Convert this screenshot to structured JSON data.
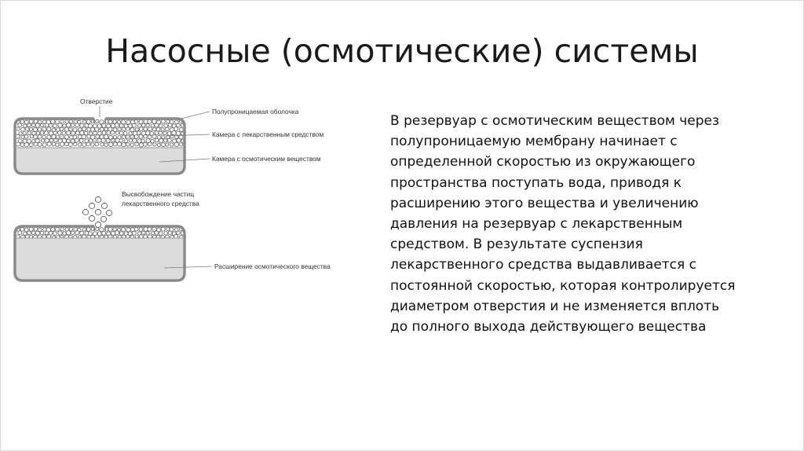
{
  "slide": {
    "title": "Насосные (осмотические) системы",
    "body_lines": [
      "В резервуар с осмотическим веществом через",
      "полупроницаемую  мембрану начинает с",
      "определенной скоростью из окружающего",
      "пространства поступать вода, приводя к",
      "расширению этого вещества и увеличению",
      "давления на резервуар с лекарственным",
      "средством. В результате суспензия",
      "лекарственного средства выдавливается с",
      "постоянной скоростью, которая контролируется",
      "диаметром отверстия и не изменяется вплоть",
      "до полного выхода действующего вещества"
    ]
  },
  "diagram": {
    "top_labels": {
      "orifice": "Отверстие",
      "membrane": "Полупроницаемая оболочка",
      "drug_chamber": "Камера с лекарственным средством",
      "osmotic_chamber": "Камера с осмотическим веществом"
    },
    "bottom_labels": {
      "release_line1": "Высвобождение частиц",
      "release_line2": "лекарственного средства",
      "expansion": "Расширение осмотического вещества"
    },
    "colors": {
      "shell": "#8a8a8a",
      "osmotic_fill": "#dcdcdc",
      "granule_fill": "#ffffff",
      "granule_stroke": "#6e6e6e",
      "leader_line": "#7a7a7a"
    }
  }
}
